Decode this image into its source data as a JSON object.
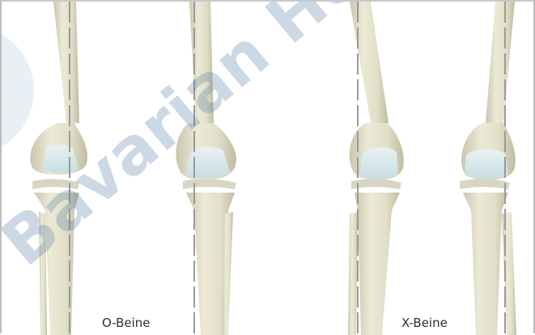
{
  "captions": {
    "left": "O-Beine",
    "right": "X-Beine"
  },
  "watermark": {
    "text": "Bavarian He",
    "color": "#4a7aa3"
  },
  "colors": {
    "bone": "#e3e0cb",
    "bone_shade": "#c9c6ad",
    "cartilage": "#d6e7ea",
    "axis_line": "#9a9a9a"
  },
  "icons": {
    "legs": "knee-joint-illustration"
  }
}
